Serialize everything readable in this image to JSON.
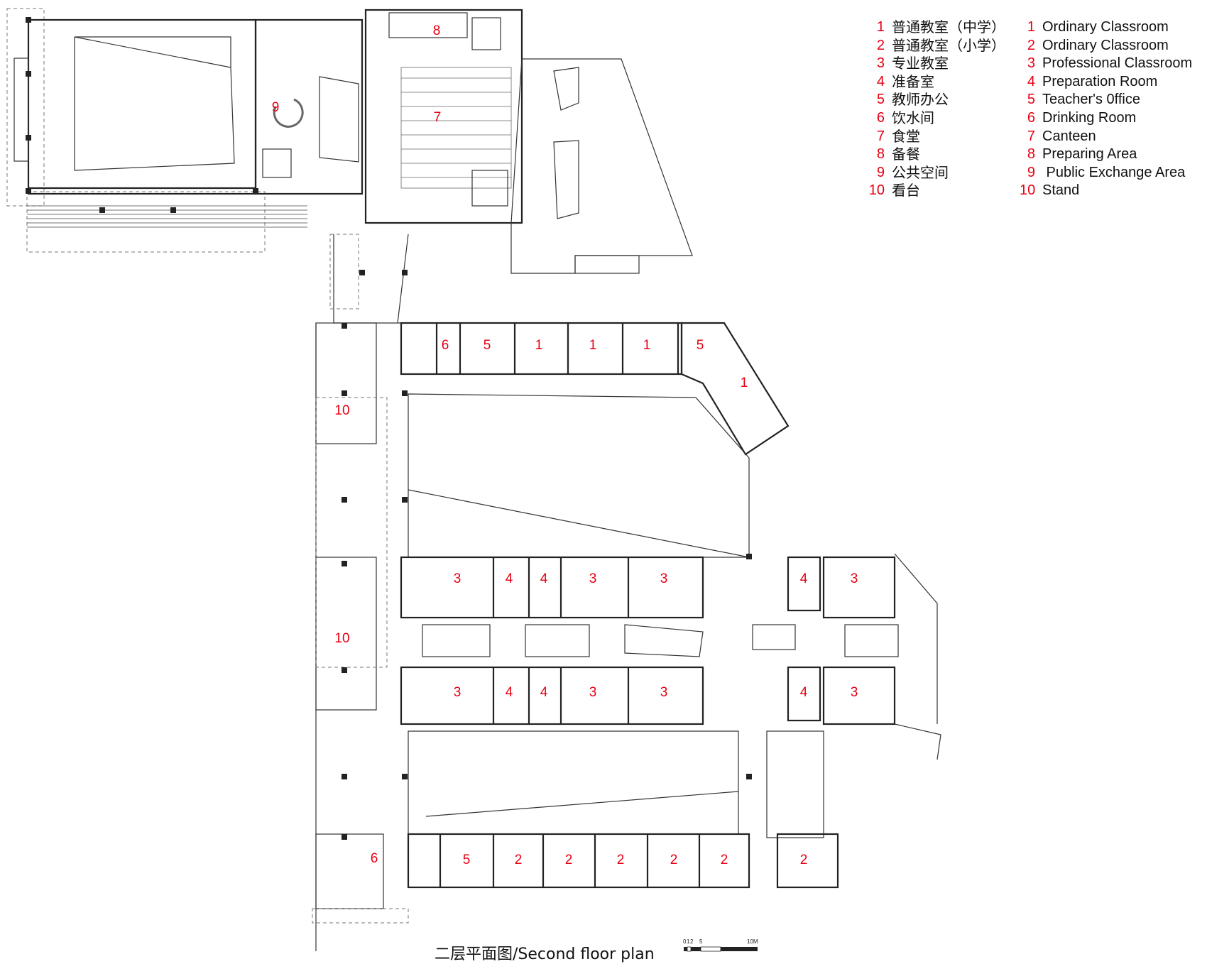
{
  "legend": [
    {
      "num": "1",
      "cn": "普通教室（中学）",
      "num_en": "1",
      "en": "Ordinary Classroom"
    },
    {
      "num": "2",
      "cn": "普通教室（小学）",
      "num_en": "2",
      "en": "Ordinary Classroom"
    },
    {
      "num": "3",
      "cn": "专业教室",
      "num_en": "3",
      "en": "Professional Classroom"
    },
    {
      "num": "4",
      "cn": "准备室",
      "num_en": "4",
      "en": "Preparation Room"
    },
    {
      "num": "5",
      "cn": "教师办公",
      "num_en": "5",
      "en": "Teacher's 0ffice"
    },
    {
      "num": "6",
      "cn": "饮水间",
      "num_en": "6",
      "en": "Drinking Room"
    },
    {
      "num": "7",
      "cn": "食堂",
      "num_en": "7",
      "en": "Canteen"
    },
    {
      "num": "8",
      "cn": "备餐",
      "num_en": "8",
      "en": "Preparing Area"
    },
    {
      "num": "9",
      "cn": "公共空间",
      "num_en": "9",
      "en": " Public Exchange Area"
    },
    {
      "num": "10",
      "cn": "看台",
      "num_en": "10",
      "en": "Stand"
    }
  ],
  "caption": "二层平面图/Second floor plan",
  "scale_bar": {
    "labels": [
      "0",
      "1",
      "2",
      "5",
      "10M"
    ]
  },
  "room_labels": [
    {
      "id": "canteen",
      "text": "7"
    },
    {
      "id": "preparing",
      "text": "8"
    },
    {
      "id": "public",
      "text": "9"
    },
    {
      "id": "stand-upper",
      "text": "10"
    },
    {
      "id": "stand-lower",
      "text": "10"
    },
    {
      "id": "n-6",
      "text": "6"
    },
    {
      "id": "n-5a",
      "text": "5"
    },
    {
      "id": "n-1a",
      "text": "1"
    },
    {
      "id": "n-1b",
      "text": "1"
    },
    {
      "id": "n-1c",
      "text": "1"
    },
    {
      "id": "n-5b",
      "text": "5"
    },
    {
      "id": "n-1d",
      "text": "1"
    },
    {
      "id": "m1-3a",
      "text": "3"
    },
    {
      "id": "m1-4a",
      "text": "4"
    },
    {
      "id": "m1-4b",
      "text": "4"
    },
    {
      "id": "m1-3b",
      "text": "3"
    },
    {
      "id": "m1-3c",
      "text": "3"
    },
    {
      "id": "m1-4c",
      "text": "4"
    },
    {
      "id": "m1-3d",
      "text": "3"
    },
    {
      "id": "m2-3a",
      "text": "3"
    },
    {
      "id": "m2-4a",
      "text": "4"
    },
    {
      "id": "m2-4b",
      "text": "4"
    },
    {
      "id": "m2-3b",
      "text": "3"
    },
    {
      "id": "m2-3c",
      "text": "3"
    },
    {
      "id": "m2-4c",
      "text": "4"
    },
    {
      "id": "m2-3d",
      "text": "3"
    },
    {
      "id": "s-6",
      "text": "6"
    },
    {
      "id": "s-5",
      "text": "5"
    },
    {
      "id": "s-2a",
      "text": "2"
    },
    {
      "id": "s-2b",
      "text": "2"
    },
    {
      "id": "s-2c",
      "text": "2"
    },
    {
      "id": "s-2d",
      "text": "2"
    },
    {
      "id": "s-2e",
      "text": "2"
    },
    {
      "id": "s-2f",
      "text": "2"
    }
  ]
}
